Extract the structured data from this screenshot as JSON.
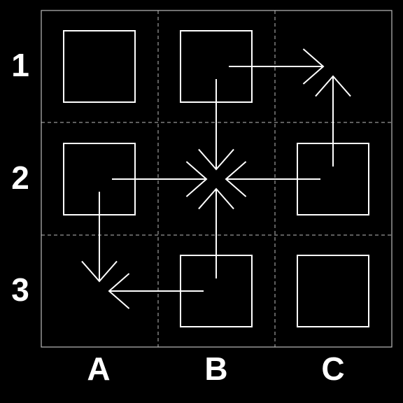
{
  "labels": {
    "rows": [
      "1",
      "2",
      "3"
    ],
    "cols": [
      "A",
      "B",
      "C"
    ]
  },
  "boxes": [
    "A1",
    "B1",
    "A2",
    "C2",
    "B3",
    "C3"
  ],
  "arrows": [
    {
      "from": "B1",
      "to": "C1"
    },
    {
      "from": "B1",
      "to": "B2"
    },
    {
      "from": "A2",
      "to": "B2"
    },
    {
      "from": "A2",
      "to": "A3"
    },
    {
      "from": "C2",
      "to": "B2"
    },
    {
      "from": "C2",
      "to": "C1"
    },
    {
      "from": "B3",
      "to": "B2"
    },
    {
      "from": "B3",
      "to": "A3"
    }
  ],
  "colors": {
    "background": "#000000",
    "stroke": "#ffffff",
    "grid": "#bbbbbb"
  }
}
